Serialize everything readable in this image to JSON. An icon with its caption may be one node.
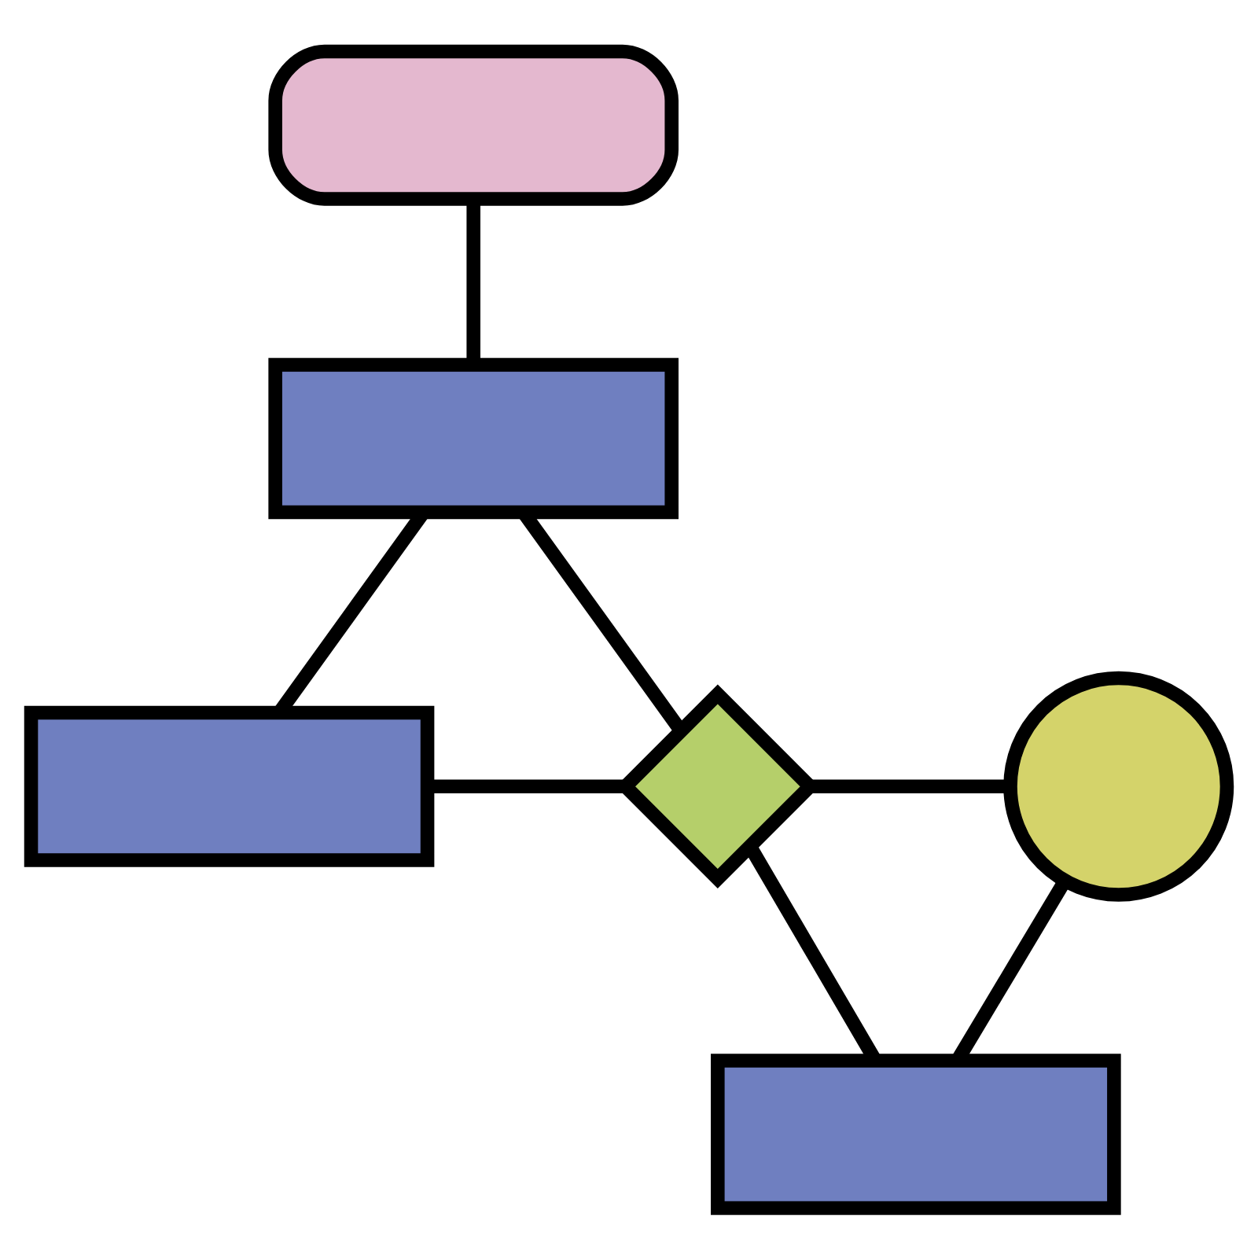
{
  "diagram": {
    "nodes": [
      {
        "text": [],
        "shape": "pill"
      },
      {
        "text": [],
        "shape": "box"
      },
      {
        "text": [],
        "shape": "box"
      },
      {
        "text": [],
        "shape": "diamond"
      },
      {
        "text": [],
        "shape": "circle"
      },
      {
        "text": [],
        "shape": "box"
      }
    ],
    "edges": [
      {
        "from": 0,
        "to": 1,
        "arrow": "none"
      },
      {
        "from": 1,
        "to": 3,
        "arrow": "none"
      },
      {
        "from": 1,
        "to": 2,
        "arrow": "none"
      },
      {
        "from": 2,
        "to": 3,
        "arrow": "none"
      },
      {
        "from": 3,
        "to": 4,
        "arrow": "none"
      },
      {
        "from": 3,
        "to": 5,
        "arrow": "none"
      },
      {
        "from": 4,
        "to": 5,
        "arrow": "none"
      }
    ]
  }
}
